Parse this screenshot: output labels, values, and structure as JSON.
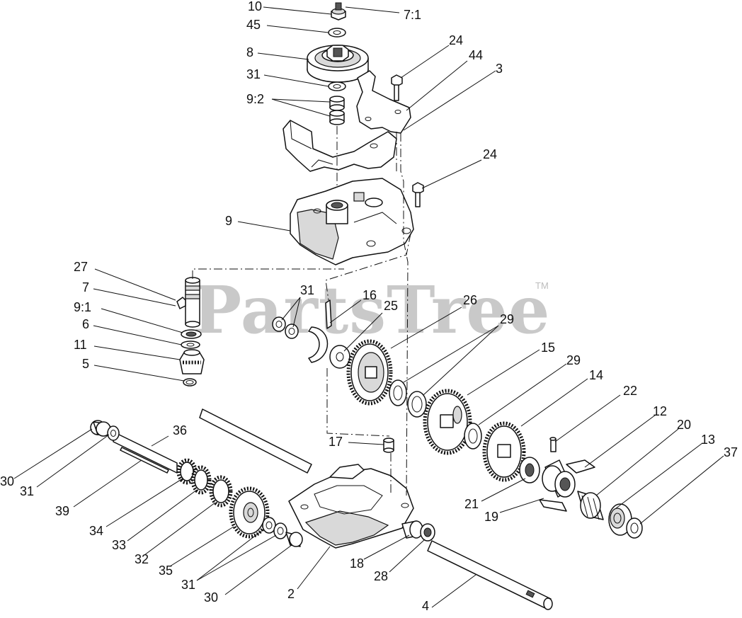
{
  "watermark": {
    "text": "PartsTree",
    "tm": "TM"
  },
  "callouts": [
    {
      "id": "c-10",
      "text": "10"
    },
    {
      "id": "c-7-1",
      "text": "7:1"
    },
    {
      "id": "c-45",
      "text": "45"
    },
    {
      "id": "c-8",
      "text": "8"
    },
    {
      "id": "c-24a",
      "text": "24"
    },
    {
      "id": "c-44",
      "text": "44"
    },
    {
      "id": "c-3",
      "text": "3"
    },
    {
      "id": "c-31a",
      "text": "31"
    },
    {
      "id": "c-9-2",
      "text": "9:2"
    },
    {
      "id": "c-24b",
      "text": "24"
    },
    {
      "id": "c-9",
      "text": "9"
    },
    {
      "id": "c-27",
      "text": "27"
    },
    {
      "id": "c-7",
      "text": "7"
    },
    {
      "id": "c-9-1",
      "text": "9:1"
    },
    {
      "id": "c-6",
      "text": "6"
    },
    {
      "id": "c-11",
      "text": "11"
    },
    {
      "id": "c-5",
      "text": "5"
    },
    {
      "id": "c-31b",
      "text": "31"
    },
    {
      "id": "c-16",
      "text": "16"
    },
    {
      "id": "c-25",
      "text": "25"
    },
    {
      "id": "c-26",
      "text": "26"
    },
    {
      "id": "c-29a",
      "text": "29"
    },
    {
      "id": "c-15",
      "text": "15"
    },
    {
      "id": "c-29b",
      "text": "29"
    },
    {
      "id": "c-14",
      "text": "14"
    },
    {
      "id": "c-22",
      "text": "22"
    },
    {
      "id": "c-12",
      "text": "12"
    },
    {
      "id": "c-20",
      "text": "20"
    },
    {
      "id": "c-13",
      "text": "13"
    },
    {
      "id": "c-37",
      "text": "37"
    },
    {
      "id": "c-36",
      "text": "36"
    },
    {
      "id": "c-17",
      "text": "17"
    },
    {
      "id": "c-30a",
      "text": "30"
    },
    {
      "id": "c-31c",
      "text": "31"
    },
    {
      "id": "c-39",
      "text": "39"
    },
    {
      "id": "c-34",
      "text": "34"
    },
    {
      "id": "c-33",
      "text": "33"
    },
    {
      "id": "c-32",
      "text": "32"
    },
    {
      "id": "c-35",
      "text": "35"
    },
    {
      "id": "c-31d",
      "text": "31"
    },
    {
      "id": "c-30b",
      "text": "30"
    },
    {
      "id": "c-2",
      "text": "2"
    },
    {
      "id": "c-18",
      "text": "18"
    },
    {
      "id": "c-28",
      "text": "28"
    },
    {
      "id": "c-21",
      "text": "21"
    },
    {
      "id": "c-19",
      "text": "19"
    },
    {
      "id": "c-4",
      "text": "4"
    }
  ]
}
